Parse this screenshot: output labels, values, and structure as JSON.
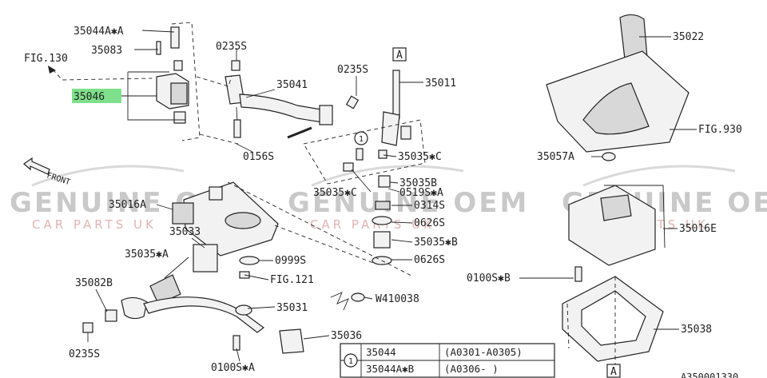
{
  "watermarks": [
    {
      "title": "GENUINE OEM",
      "subtitle": "CAR PARTS UK"
    },
    {
      "title": "GENUINE OEM",
      "subtitle": "CAR PARTS UK"
    },
    {
      "title": "GENUINE OEM",
      "subtitle": "CAR PARTS UK"
    }
  ],
  "front_label": "FRONT",
  "references": {
    "fig130": "FIG.130",
    "fig121": "FIG.121",
    "fig930": "FIG.930"
  },
  "callouts": {
    "p35044a_a": "35044A✱A",
    "p35083": "35083",
    "p35046": "35046",
    "p0235s_top": "0235S",
    "p0235s_right": "0235S",
    "p35041": "35041",
    "p35011": "35011",
    "p0156s": "0156S",
    "p35035_c_right": "35035✱C",
    "p35035b": "35035B",
    "p35035_c_left": "35035✱C",
    "p0519s_a": "0519S✱A",
    "p0314s": "0314S",
    "p0626s_1": "0626S",
    "p35035_b": "35035✱B",
    "p0626s_2": "0626S",
    "p35016a": "35016A",
    "p35033": "35033",
    "p35035_a": "35035✱A",
    "p0999s": "0999S",
    "p35082b": "35082B",
    "p35031": "35031",
    "p0235s_bottom": "0235S",
    "p35036": "35036",
    "p0100s_a": "0100S✱A",
    "w410038": "W410038",
    "p35022": "35022",
    "p35057a": "35057A",
    "p35016e": "35016E",
    "p0100s_b": "0100S✱B",
    "p35038": "35038",
    "diagram_code": "A350001330"
  },
  "box_markers": {
    "top": "A",
    "bottom": "A"
  },
  "note_table": {
    "marker": "1",
    "rows": [
      {
        "part": "35044",
        "range": "(A0301-A0305)"
      },
      {
        "part": "35044A✱B",
        "range": "(A0306-      )"
      }
    ]
  },
  "highlight_color": "#7ee08a"
}
